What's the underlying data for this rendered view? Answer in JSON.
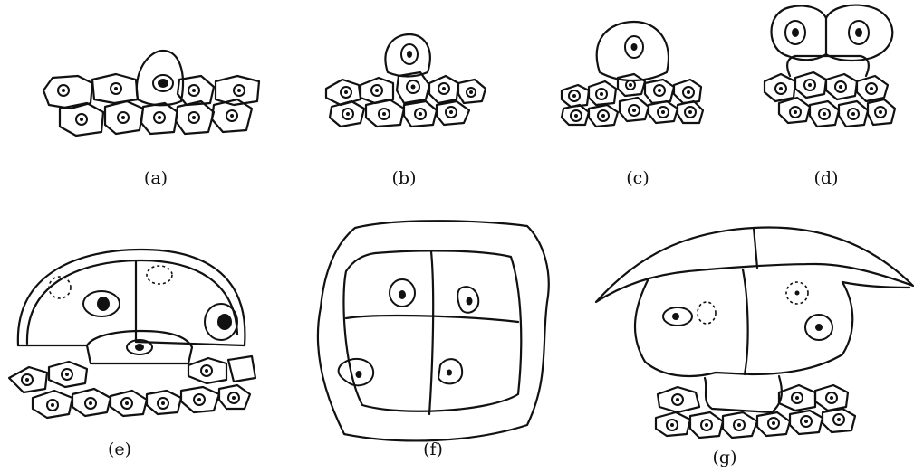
{
  "panels": [
    {
      "id": "a",
      "label": "(a)"
    },
    {
      "id": "b",
      "label": "(b)"
    },
    {
      "id": "c",
      "label": "(c)"
    },
    {
      "id": "d",
      "label": "(d)"
    },
    {
      "id": "e",
      "label": "(e)"
    },
    {
      "id": "f",
      "label": "(f)"
    },
    {
      "id": "g",
      "label": "(g)"
    }
  ],
  "colors": {
    "line": "#111111",
    "background": "#ffffff"
  }
}
